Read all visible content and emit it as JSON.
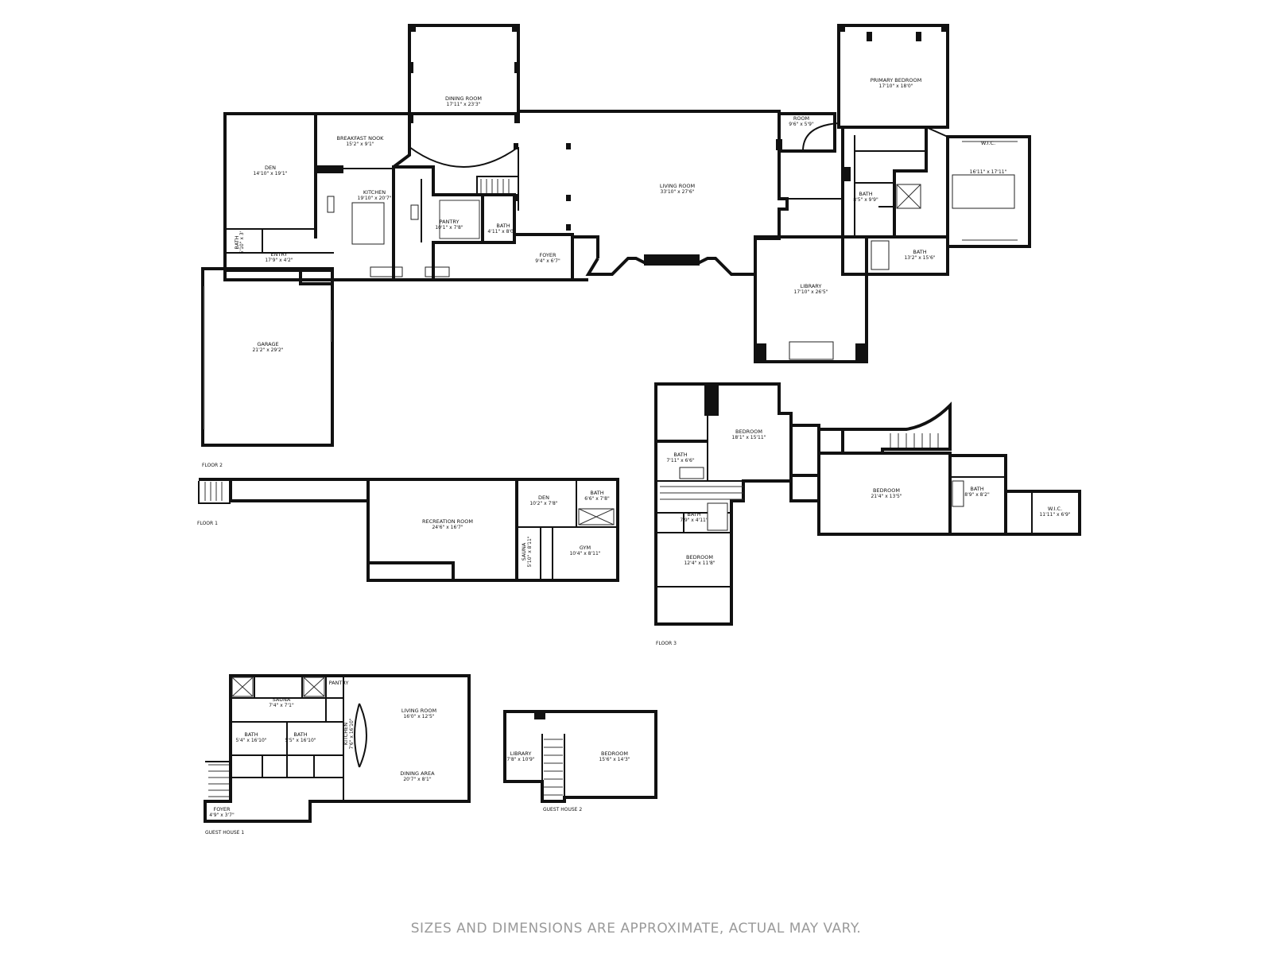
{
  "colors": {
    "wall": "#111111",
    "disclaimer": "#9a9a9a",
    "background": "#ffffff"
  },
  "floors": {
    "floor2": "FLOOR 2",
    "floor1": "FLOOR 1",
    "floor3": "FLOOR 3",
    "guest1": "GUEST HOUSE 1",
    "guest2": "GUEST HOUSE 2"
  },
  "rooms": {
    "dining_room": {
      "name": "DINING ROOM",
      "dim": "17'11\" x 23'3\""
    },
    "breakfast_nook": {
      "name": "BREAKFAST NOOK",
      "dim": "15'2\" x 9'1\""
    },
    "den_f2": {
      "name": "DEN",
      "dim": "14'10\" x 19'1\""
    },
    "kitchen": {
      "name": "KITCHEN",
      "dim": "19'10\" x 20'7\""
    },
    "pantry_f2": {
      "name": "PANTRY",
      "dim": "10'1\" x 7'8\""
    },
    "bath_small_f2": {
      "name": "BATH",
      "dim": "4'11\" x 8'0\""
    },
    "bath_entry": {
      "name": "BATH",
      "dim": "5'10\" x 3'"
    },
    "entry": {
      "name": "ENTRY",
      "dim": "17'9\" x 4'2\""
    },
    "foyer_f2": {
      "name": "FOYER",
      "dim": "9'4\" x 6'7\""
    },
    "living_room_f2": {
      "name": "LIVING ROOM",
      "dim": "33'10\" x 27'6\""
    },
    "room": {
      "name": "ROOM",
      "dim": "9'6\" x 5'9\""
    },
    "primary_bedroom": {
      "name": "PRIMARY BEDROOM",
      "dim": "17'10\" x 18'0\""
    },
    "wic_f2": {
      "name": "W.I.C.",
      "dim": "16'11\" x 17'11\""
    },
    "bath_primary_a": {
      "name": "BATH",
      "dim": "8'5\" x 9'9\""
    },
    "bath_primary_b": {
      "name": "BATH",
      "dim": "13'2\" x 15'6\""
    },
    "library_f2": {
      "name": "LIBRARY",
      "dim": "17'10\" x 26'5\""
    },
    "garage": {
      "name": "GARAGE",
      "dim": "21'2\" x 29'2\""
    },
    "recreation_room": {
      "name": "RECREATION ROOM",
      "dim": "24'6\" x 16'7\""
    },
    "den_f1": {
      "name": "DEN",
      "dim": "10'2\" x 7'8\""
    },
    "bath_f1": {
      "name": "BATH",
      "dim": "6'6\" x 7'8\""
    },
    "sauna_f1": {
      "name": "SAUNA",
      "dim": "5'10\" x 8'11\""
    },
    "gym": {
      "name": "GYM",
      "dim": "10'4\" x 8'11\""
    },
    "bedroom_f3_a": {
      "name": "BEDROOM",
      "dim": "18'1\" x 15'11\""
    },
    "bath_f3_a": {
      "name": "BATH",
      "dim": "7'11\" x 6'6\""
    },
    "bath_f3_b": {
      "name": "BATH",
      "dim": "7'9\" x 4'11\""
    },
    "bedroom_f3_b": {
      "name": "BEDROOM",
      "dim": "12'4\" x 11'8\""
    },
    "bedroom_f3_c": {
      "name": "BEDROOM",
      "dim": "21'4\" x 13'5\""
    },
    "bath_f3_c": {
      "name": "BATH",
      "dim": "8'9\" x 8'2\""
    },
    "wic_f3": {
      "name": "W.I.C.",
      "dim": "11'11\" x 6'9\""
    },
    "pantry_g1": {
      "name": "PANTRY",
      "dim": ""
    },
    "sauna_g1": {
      "name": "SAUNA",
      "dim": "7'4\" x 7'1\""
    },
    "bath_g1_a": {
      "name": "BATH",
      "dim": "5'4\" x 16'10\""
    },
    "bath_g1_b": {
      "name": "BATH",
      "dim": "5'5\" x 16'10\""
    },
    "kitchen_g1": {
      "name": "KITCHEN",
      "dim": "7'6\" x 16'10\""
    },
    "living_room_g1": {
      "name": "LIVING ROOM",
      "dim": "16'0\" x 12'5\""
    },
    "dining_area_g1": {
      "name": "DINING AREA",
      "dim": "20'7\" x 8'1\""
    },
    "foyer_g1": {
      "name": "FOYER",
      "dim": "4'9\" x 3'7\""
    },
    "library_g2": {
      "name": "LIBRARY",
      "dim": "7'8\" x 10'9\""
    },
    "bedroom_g2": {
      "name": "BEDROOM",
      "dim": "15'6\" x 14'3\""
    }
  },
  "disclaimer": "SIZES AND DIMENSIONS ARE APPROXIMATE, ACTUAL MAY VARY."
}
